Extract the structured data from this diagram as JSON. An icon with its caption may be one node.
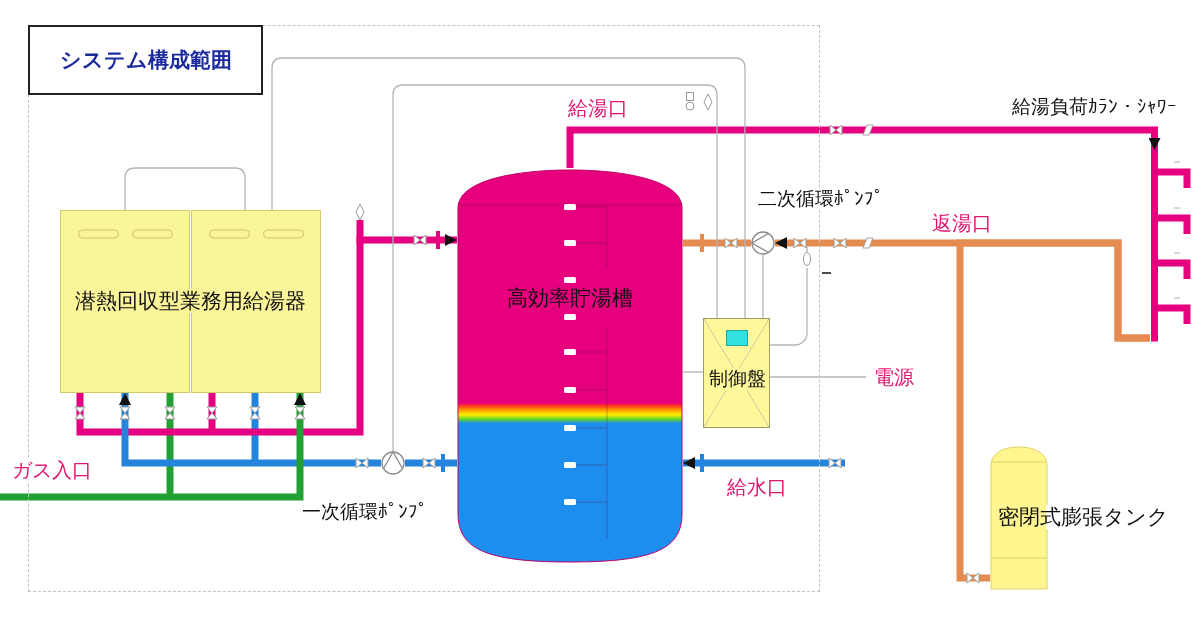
{
  "diagram": {
    "nodes": [
      {
        "text": [
          "システム構成範囲"
        ]
      },
      {
        "text": [
          "潜熱回収型業務用給湯器"
        ],
        "in": 0
      },
      {
        "text": [
          "高効率貯湯槽"
        ],
        "in": 0
      },
      {
        "text": [],
        "shape": "picture",
        "beside": [
          "給湯負荷ｶﾗﾝ・ｼｬﾜｰ"
        ]
      },
      {
        "text": [],
        "shape": "circle",
        "in": 0,
        "beside": [
          "二次循環ﾎﾟﾝﾌﾟ"
        ]
      },
      {
        "text": [
          "制御盤"
        ],
        "in": 0
      },
      {
        "text": [
          "電源"
        ]
      },
      {
        "text": [],
        "shape": "circle",
        "in": 0,
        "beside": [
          "一次循環ﾎﾟﾝﾌﾟ"
        ]
      },
      {
        "text": [
          "密閉式膨張タンク"
        ]
      }
    ],
    "edges": [
      {
        "from": 2,
        "to": 3,
        "arrow": "to",
        "color": "#e4007f"
      },
      {
        "from": 3,
        "to": 4,
        "arrow": "to",
        "color": "#e38b50"
      },
      {
        "from": 3,
        "to": 8,
        "arrow": "none",
        "color": "#e38b50"
      },
      {
        "from": 4,
        "to": 2,
        "arrow": "none",
        "color": "#e38b50"
      },
      {
        "from": 1,
        "to": 2,
        "arrow": "to",
        "color": "#e4007f"
      },
      {
        "from": 7,
        "to": 2,
        "arrow": "none",
        "color": "#2484dc"
      },
      {
        "from": 7,
        "to": 1,
        "arrow": "to",
        "color": "#2484dc"
      },
      {
        "from": null,
        "to": 1,
        "arrow": "to",
        "color": "#22a034"
      },
      {
        "from": null,
        "to": 2,
        "arrow": "to",
        "color": "#2484dc"
      },
      {
        "from": 5,
        "to": 6,
        "arrow": "none",
        "color": "#b4b4b4"
      },
      {
        "from": 5,
        "to": 4,
        "arrow": "none",
        "color": "#b4b4b4"
      },
      {
        "from": 5,
        "to": 2,
        "arrow": "none",
        "color": "#b4b4b4"
      },
      {
        "from": 5,
        "to": 1,
        "arrow": "none",
        "color": "#b4b4b4"
      },
      {
        "from": 5,
        "to": 7,
        "arrow": "none",
        "color": "#b4b4b4"
      }
    ],
    "labels": [
      "給湯口",
      "返湯口",
      "ガス入口",
      "給水口"
    ]
  }
}
